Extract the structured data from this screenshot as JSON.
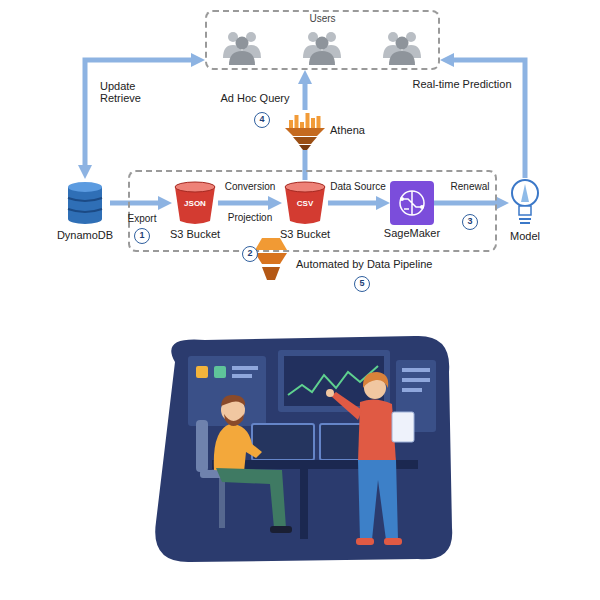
{
  "diagram": {
    "nodes": [
      {
        "text": [
          "Users"
        ]
      },
      {
        "text": [
          "DynamoDB"
        ]
      },
      {
        "text": [
          "Automated by Data Pipeline"
        ]
      },
      {
        "text": [
          "JSON",
          "S3 Bucket"
        ],
        "in": 2
      },
      {
        "text": [
          "CSV",
          "S3 Bucket"
        ],
        "in": 2
      },
      {
        "text": [
          "SageMaker"
        ],
        "in": 2
      },
      {
        "text": [
          "Model"
        ]
      },
      {
        "text": [
          "Athena"
        ]
      }
    ],
    "edges": [
      {
        "from": 1,
        "to": 0,
        "arrow": "both",
        "label": "Update Retrieve"
      },
      {
        "from": 1,
        "to": 3,
        "arrow": "to",
        "label": "Export"
      },
      {
        "from": 3,
        "to": 4,
        "arrow": "to",
        "label": "Conversion"
      },
      {
        "from": 4,
        "to": 5,
        "arrow": "to",
        "label": "Data Source"
      },
      {
        "from": 5,
        "to": 6,
        "arrow": "to",
        "label": "Renewal"
      },
      {
        "from": 6,
        "to": 0,
        "arrow": "to",
        "label": "Real-time Prediction"
      },
      {
        "from": 4,
        "to": 7,
        "arrow": "none"
      },
      {
        "from": 7,
        "to": 0,
        "arrow": "to",
        "label": "Ad Hoc Query"
      }
    ],
    "labels": [
      "1",
      "Projection",
      "2",
      "3",
      "4",
      "5"
    ]
  }
}
